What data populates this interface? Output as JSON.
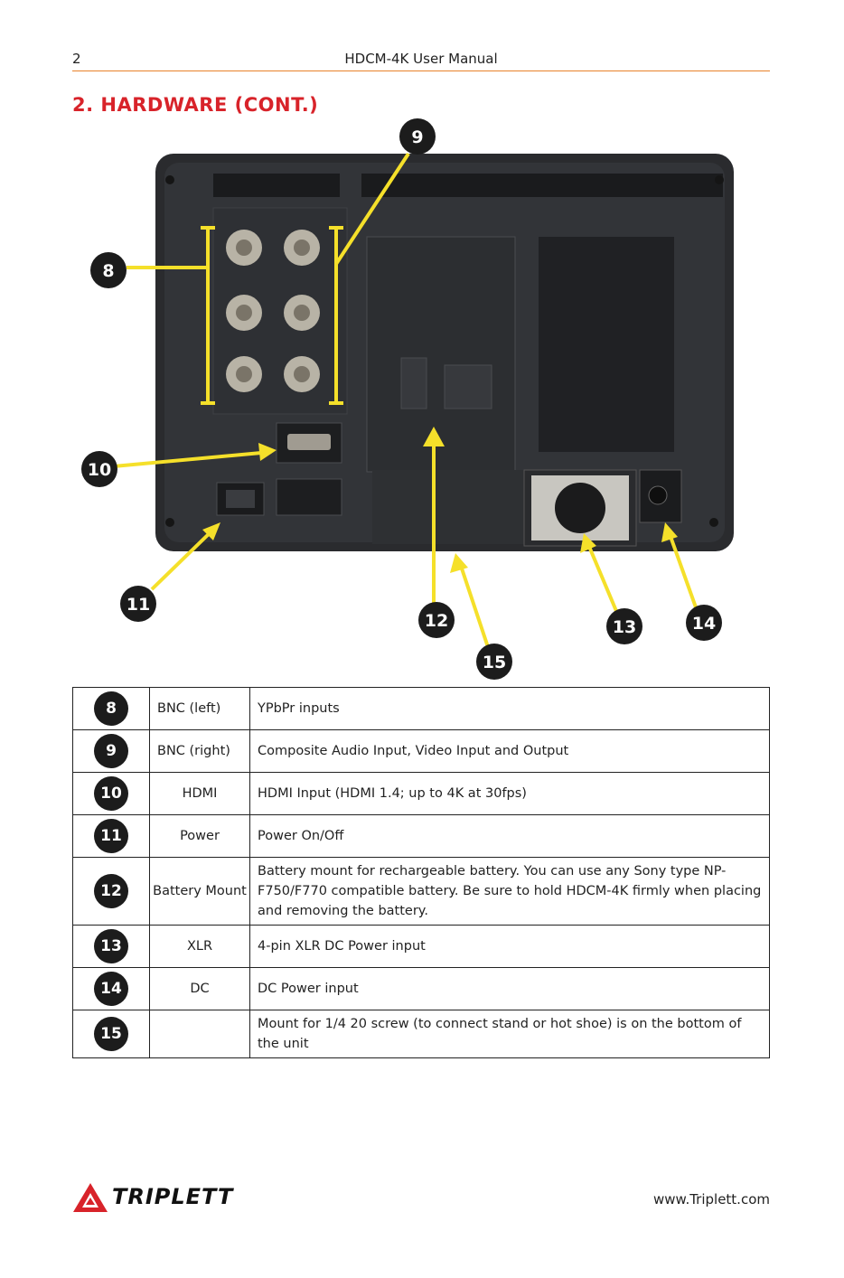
{
  "header": {
    "page_number": "2",
    "title": "HDCM-4K User Manual"
  },
  "section": {
    "title": "2.  HARDWARE (CONT.)"
  },
  "callouts": [
    "8",
    "9",
    "10",
    "11",
    "12",
    "13",
    "14",
    "15"
  ],
  "rows": [
    {
      "num": "8",
      "name": "BNC (left)",
      "desc": "YPbPr inputs"
    },
    {
      "num": "9",
      "name": "BNC (right)",
      "desc": "Composite Audio Input, Video Input and Output"
    },
    {
      "num": "10",
      "name": "HDMI",
      "desc": "HDMI Input (HDMI 1.4; up to 4K at 30fps)"
    },
    {
      "num": "11",
      "name": "Power",
      "desc": "Power On/Off"
    },
    {
      "num": "12",
      "name": "Battery Mount",
      "desc": "Battery mount for rechargeable battery. You can use any Sony type NP-F750/F770 compatible battery. Be sure to hold HDCM-4K firmly when placing and removing the battery."
    },
    {
      "num": "13",
      "name": "XLR",
      "desc": "4-pin XLR DC Power input"
    },
    {
      "num": "14",
      "name": "DC",
      "desc": "DC Power input"
    },
    {
      "num": "15",
      "name": "",
      "desc": "Mount for 1/4 20 screw (to connect stand or hot shoe) is on the bottom of the unit"
    }
  ],
  "footer": {
    "brand": "TRIPLETT",
    "url": "www.Triplett.com"
  },
  "colors": {
    "accent_orange": "#e8822a",
    "title_red": "#d8232a",
    "callout_yellow": "#f5e02a",
    "device_body": "#2a2b2e"
  }
}
